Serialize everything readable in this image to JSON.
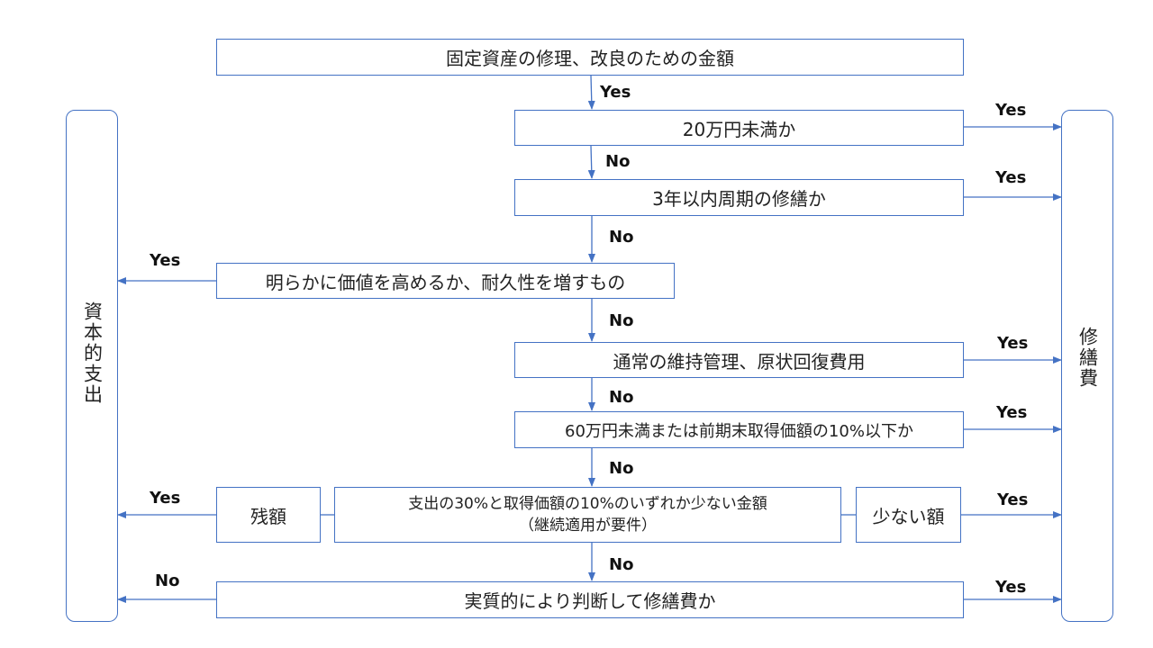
{
  "nodes": {
    "start": "固定資産の修理、改良のための金額",
    "q1": "20万円未満か",
    "q2": "3年以内周期の修繕か",
    "q3": "明らかに価値を高めるか、耐久性を増すもの",
    "q4": "通常の維持管理、原状回復費用",
    "q5": "60万円未満または前期末取得価額の10%以下か",
    "q6_line1": "支出の30%と取得価額の10%のいずれか少ない金額",
    "q6_line2": "（継続適用が要件）",
    "residual": "残額",
    "smaller": "少ない額",
    "q7": "実質的により判断して修繕費か",
    "capital": "資本的支出",
    "repair": "修繕費"
  },
  "labels": {
    "yes": "Yes",
    "no": "No"
  },
  "colors": {
    "line": "#4472c4"
  }
}
